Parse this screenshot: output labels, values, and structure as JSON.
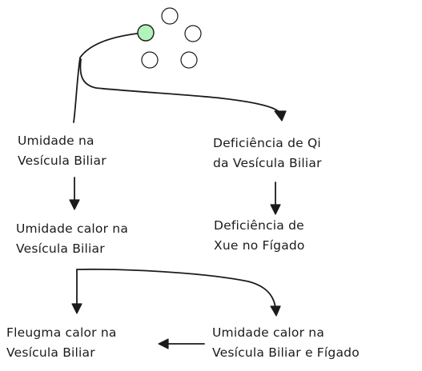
{
  "nodes": {
    "umidade_vesicula": {
      "line1": "Umidade na",
      "line2": "Vesícula Biliar"
    },
    "deficiencia_qi": {
      "line1": "Deficiência de Qi",
      "line2": "da Vesícula Biliar"
    },
    "umidade_calor": {
      "line1": "Umidade calor na",
      "line2": "Vesícula Biliar"
    },
    "deficiencia_xue": {
      "line1": "Deficiência de",
      "line2": "Xue no Fígado"
    },
    "fleugma_calor": {
      "line1": "Fleugma calor na",
      "line2": "Vesícula Biliar"
    },
    "umidade_calor_figado": {
      "line1": "Umidade calor na",
      "line2": "Vesícula Biliar e Fígado"
    }
  },
  "dots": {
    "active_color": "#b2f2bb",
    "inactive_color": "#ffffff"
  },
  "edges": [
    {
      "from": "green-dot",
      "to": "umidade_vesicula"
    },
    {
      "from": "green-dot",
      "to": "deficiencia_qi"
    },
    {
      "from": "umidade_vesicula",
      "to": "umidade_calor"
    },
    {
      "from": "deficiencia_qi",
      "to": "deficiencia_xue"
    },
    {
      "from": "umidade_calor",
      "to": "fleugma_calor"
    },
    {
      "from": "umidade_calor",
      "to": "umidade_calor_figado"
    },
    {
      "from": "umidade_calor_figado",
      "to": "fleugma_calor"
    }
  ]
}
